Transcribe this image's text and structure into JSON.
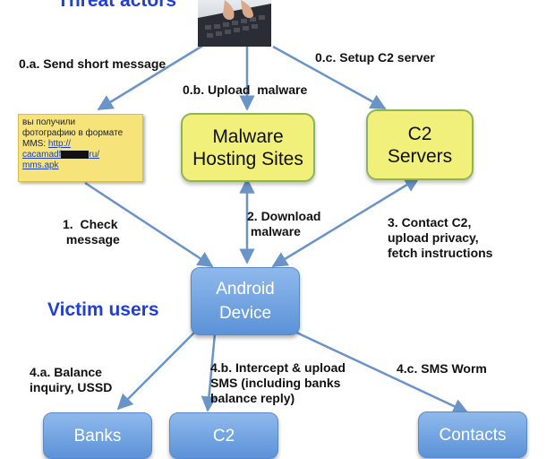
{
  "headings": {
    "threat_actors": "Threat actors",
    "victim_users": "Victim users"
  },
  "nodes": {
    "malware_hosting": [
      "Malware",
      "Hosting Sites"
    ],
    "c2_servers": [
      "C2",
      "Servers"
    ],
    "android_device": [
      "Android",
      "Device"
    ],
    "banks": "Banks",
    "c2_bottom": "C2",
    "contacts": "Contacts"
  },
  "sms_message": {
    "line1": "вы получили",
    "line2": "фотографию в формате",
    "line3": "MMS:",
    "link_a": "http://",
    "link_b": "cacamadf",
    "link_c": "ru/",
    "link_d": "mms.apk"
  },
  "steps": {
    "s0a": "0.a. Send short message",
    "s0b": "0.b. Upload  malware",
    "s0c": "0.c. Setup C2 server",
    "s1": "1.  Check\n message",
    "s2": "2. Download\n malware",
    "s3": "3. Contact C2,\nupload privacy,\nfetch instructions",
    "s4a": "4.a. Balance\ninquiry, USSD",
    "s4b": "4.b. Intercept & upload\nSMS (including banks\nbalance reply)",
    "s4c": "4.c. SMS Worm"
  },
  "colors": {
    "heading": "#1f3fd8",
    "arrow": "#6a93c8",
    "yellow_box": "#f1f07a",
    "blue_box": "#6a9edf"
  }
}
